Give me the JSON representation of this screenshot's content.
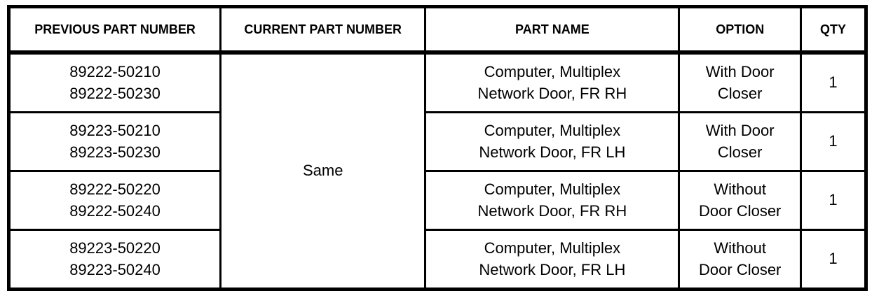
{
  "colors": {
    "border": "#000000",
    "background": "#ffffff",
    "text": "#000000"
  },
  "table": {
    "headers": {
      "previous": "PREVIOUS PART NUMBER",
      "current": "CURRENT PART NUMBER",
      "part_name": "PART NAME",
      "option": "OPTION",
      "qty": "QTY"
    },
    "current_part_number_merged_value": "Same",
    "rows": [
      {
        "previous": [
          "89222-50210",
          "89222-50230"
        ],
        "part_name": [
          "Computer, Multiplex",
          "Network Door, FR RH"
        ],
        "option": [
          "With Door",
          "Closer"
        ],
        "qty": "1"
      },
      {
        "previous": [
          "89223-50210",
          "89223-50230"
        ],
        "part_name": [
          "Computer, Multiplex",
          "Network Door, FR LH"
        ],
        "option": [
          "With Door",
          "Closer"
        ],
        "qty": "1"
      },
      {
        "previous": [
          "89222-50220",
          "89222-50240"
        ],
        "part_name": [
          "Computer, Multiplex",
          "Network Door, FR RH"
        ],
        "option": [
          "Without",
          "Door Closer"
        ],
        "qty": "1"
      },
      {
        "previous": [
          "89223-50220",
          "89223-50240"
        ],
        "part_name": [
          "Computer, Multiplex",
          "Network Door, FR LH"
        ],
        "option": [
          "Without",
          "Door Closer"
        ],
        "qty": "1"
      }
    ]
  }
}
